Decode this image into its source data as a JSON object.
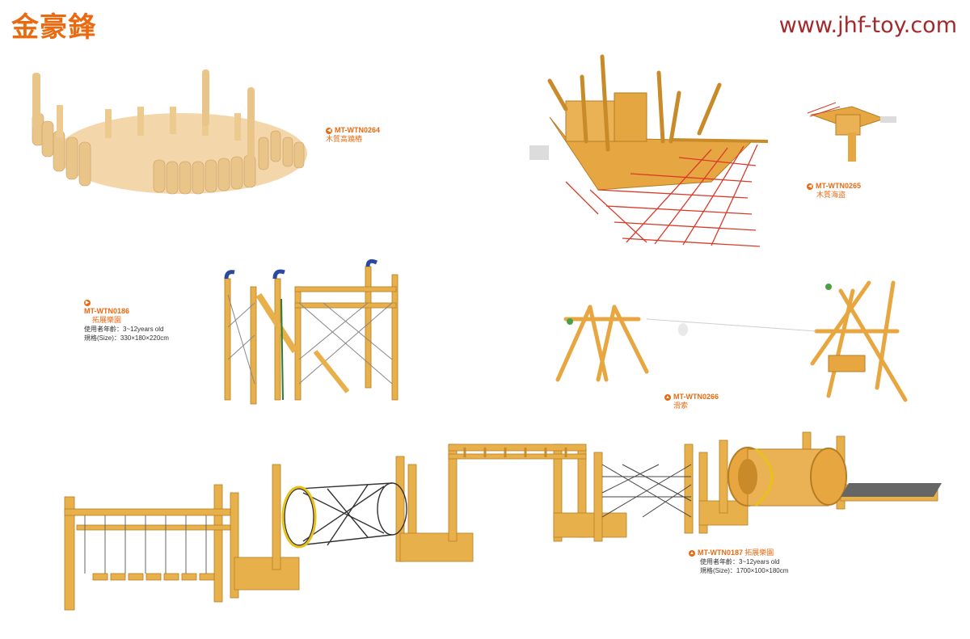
{
  "header": {
    "brand": "金豪鋒",
    "website": "www.jhf-toy.com"
  },
  "colors": {
    "brand_orange": "#ea6a10",
    "website_red": "#a22a2d",
    "wood": "#e8b04a",
    "wood_dark": "#c98a2a",
    "net_red": "#d93a2a",
    "net_dark": "#333333",
    "blue_handle": "#2a4aa0"
  },
  "products": [
    {
      "code": "MT-WTN0264",
      "name": "木質高蹺樁",
      "age": "",
      "size": "",
      "icon": "arrow-left-icon"
    },
    {
      "code": "MT-WTN0265",
      "name": "木質海盜",
      "age": "",
      "size": "",
      "icon": "arrow-left-icon"
    },
    {
      "code": "MT-WTN0186",
      "name": "拓展樂園",
      "age": "使用者年齡：3~12years old",
      "size": "規格(Size)：330×180×220cm",
      "icon": "arrow-right-icon"
    },
    {
      "code": "MT-WTN0266",
      "name": "滑索",
      "age": "",
      "size": "",
      "icon": "arrow-up-icon"
    },
    {
      "code": "MT-WTN0187",
      "name": "拓展樂園",
      "age": "使用者年齡：3~12years old",
      "size": "規格(Size)：1700×100×180cm",
      "icon": "arrow-up-icon"
    }
  ]
}
